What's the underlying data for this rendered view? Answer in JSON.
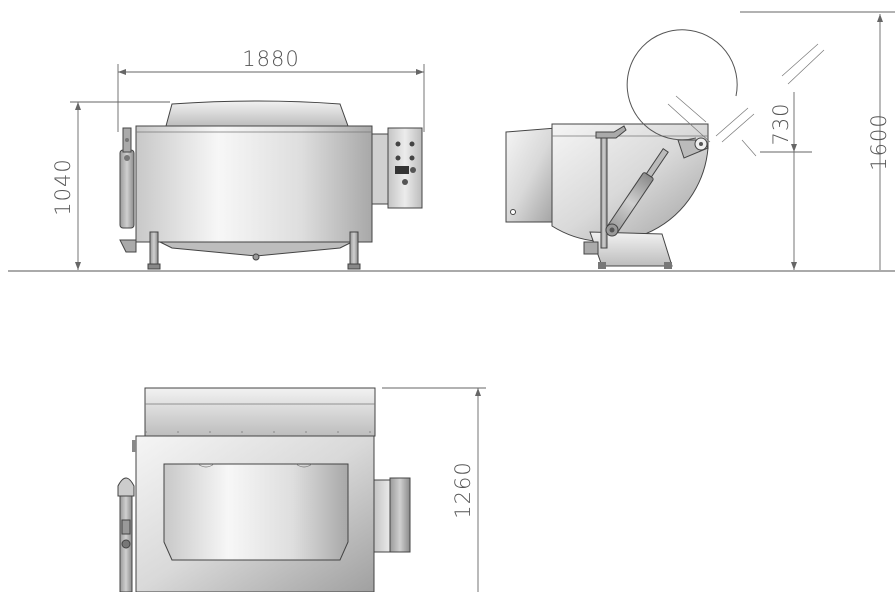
{
  "dimensions": {
    "front_width": "1880",
    "front_height": "1040",
    "side_tilt_height": "730",
    "side_total_height": "1600",
    "top_depth": "1260"
  },
  "colors": {
    "line": "#444444",
    "dimension": "#666666",
    "steel_light": "#f7f7f7",
    "steel_mid": "#d2d2d2",
    "steel_dark": "#9c9c9c"
  }
}
